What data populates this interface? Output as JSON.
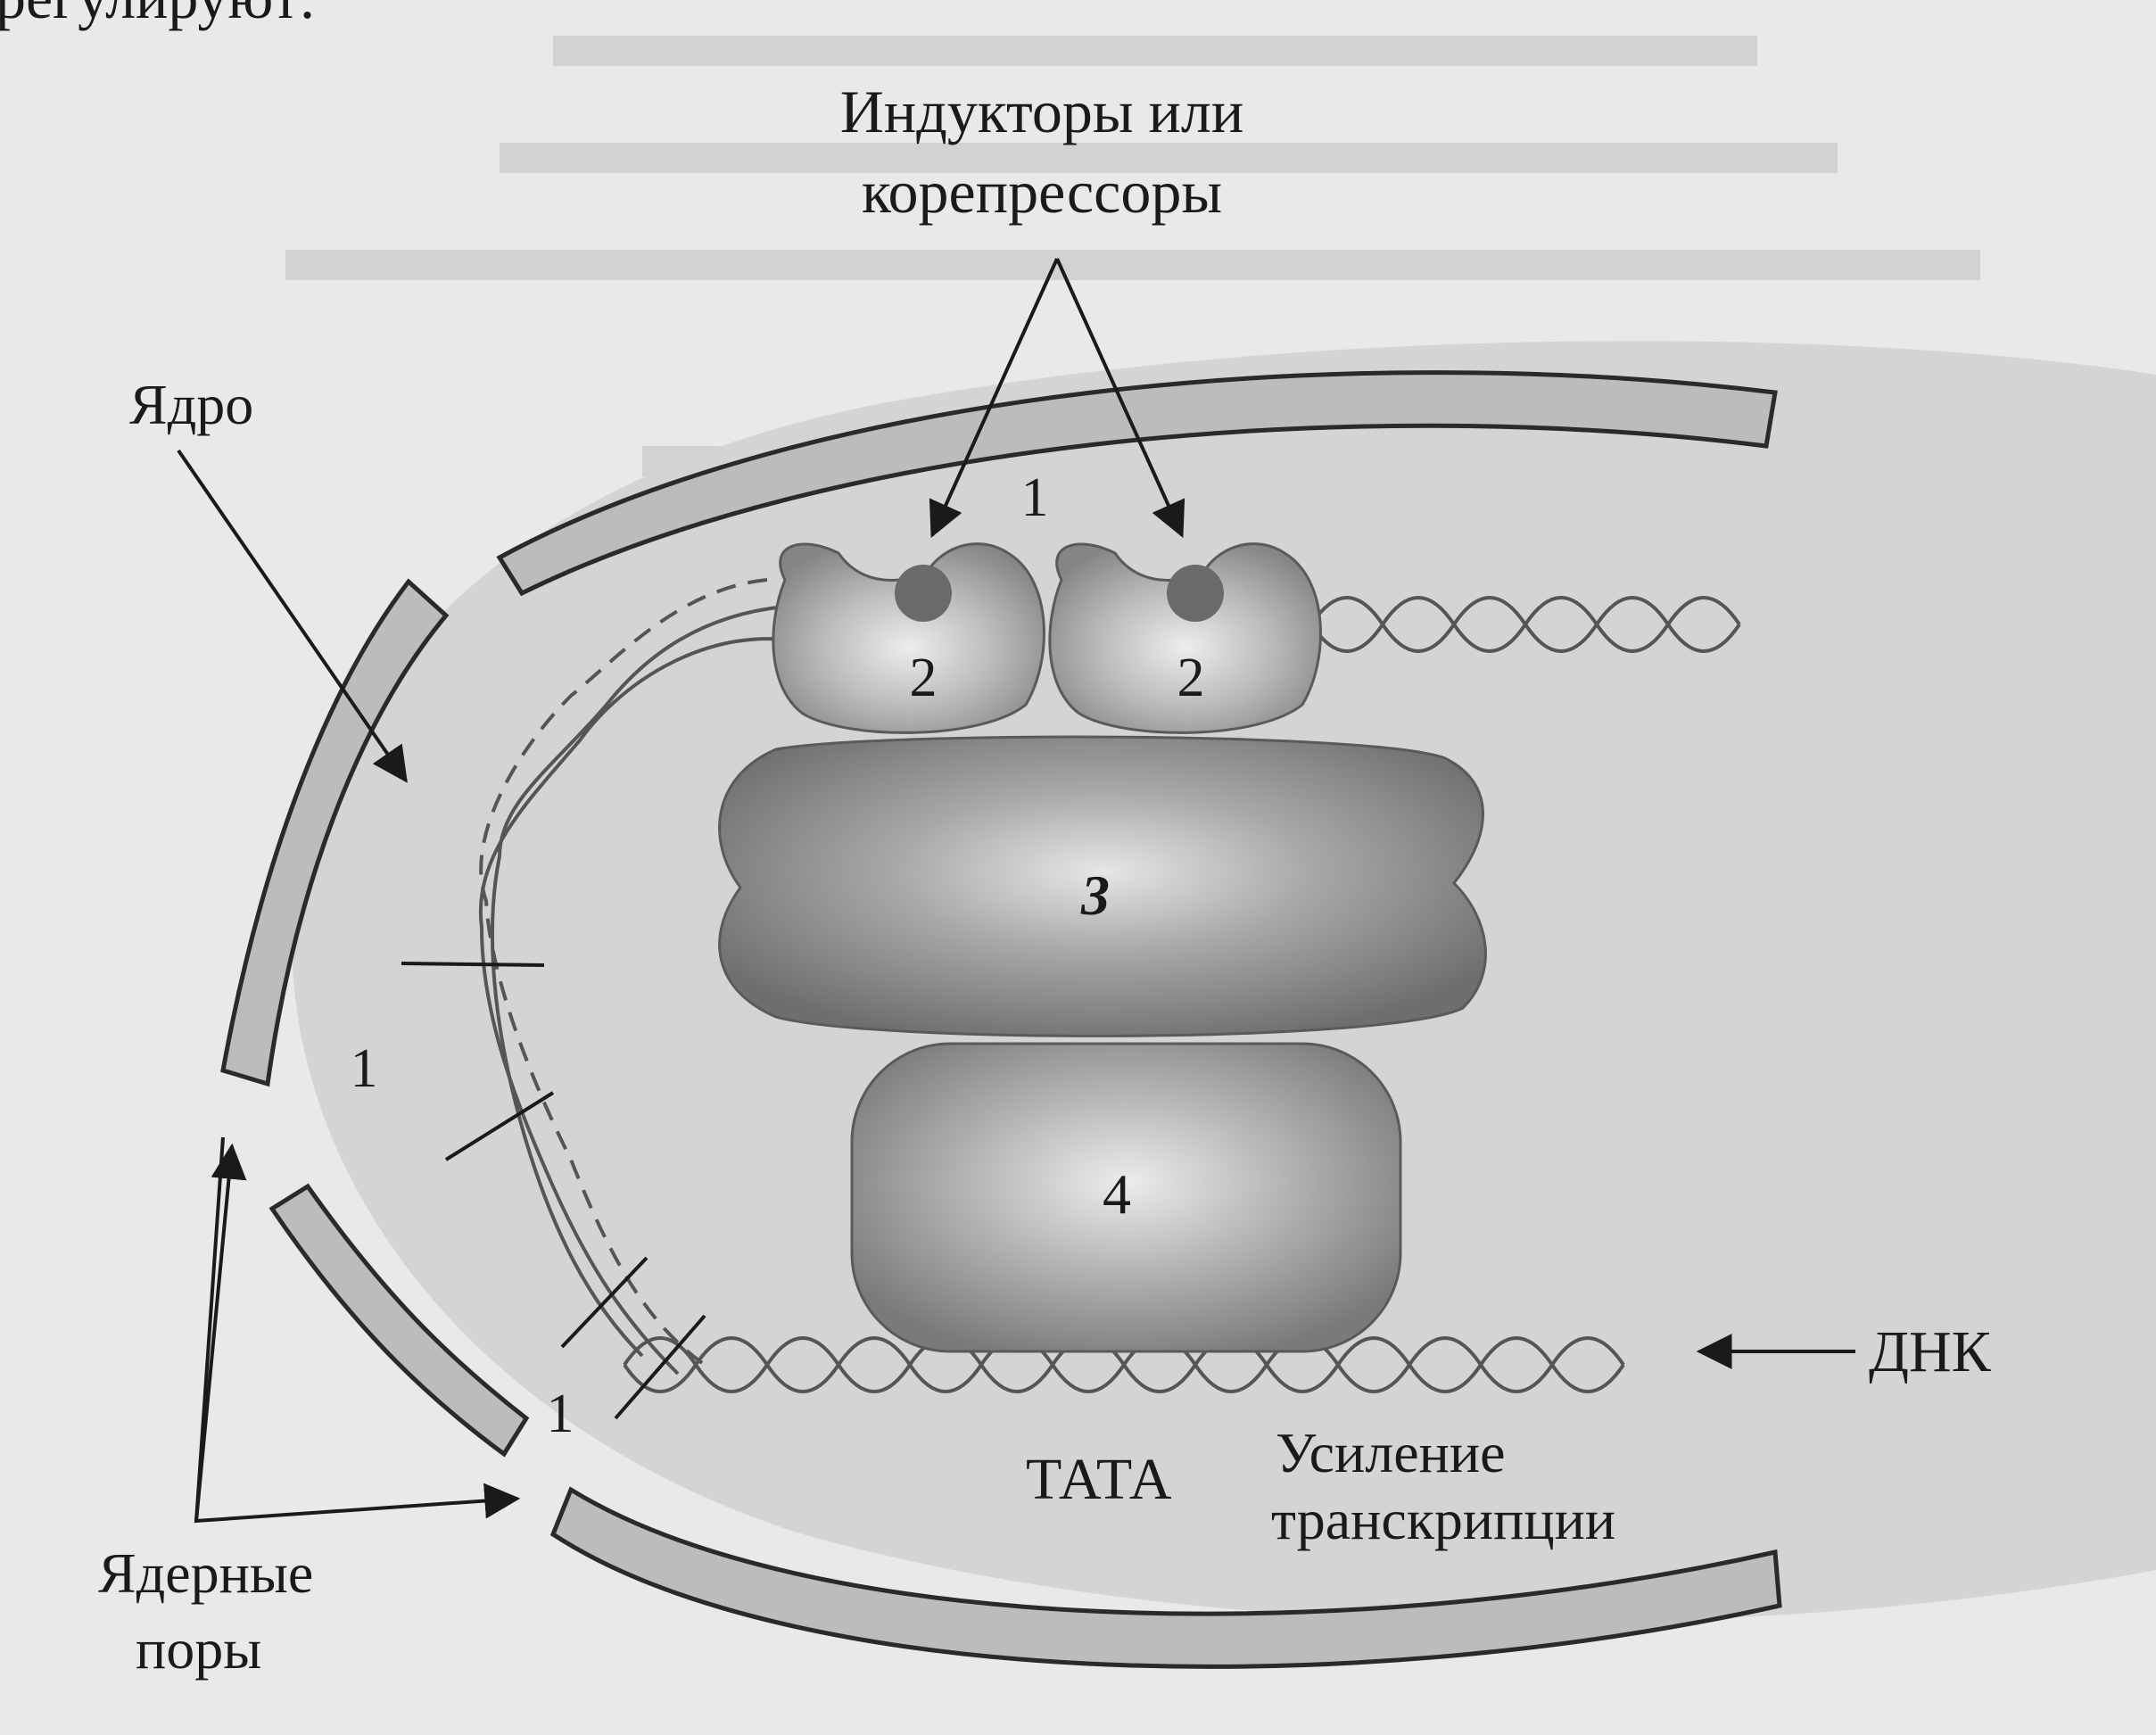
{
  "header_fragment": "регулируют:",
  "labels": {
    "inducers_line1": "Индукторы или",
    "inducers_line2": "корепрессоры",
    "nucleus": "Ядро",
    "nuclear_pores_line1": "Ядерные",
    "nuclear_pores_line2": "поры",
    "dna": "ДНК",
    "tata": "ТАТА",
    "enhancement_line1": "Усиление",
    "enhancement_line2": "транскрипции"
  },
  "numbers": {
    "top_1": "1",
    "left_1": "1",
    "bottom_1": "1",
    "receptor_left_2": "2",
    "receptor_right_2": "2",
    "complex_3": "3",
    "complex_4": "4"
  },
  "colors": {
    "background": "#e9e9e9",
    "nucleus_fill": "#d6d6d6",
    "membrane_fill": "#bdbdbd",
    "protein_fill": "#9a9a9a",
    "ink": "#1a1a1a"
  }
}
